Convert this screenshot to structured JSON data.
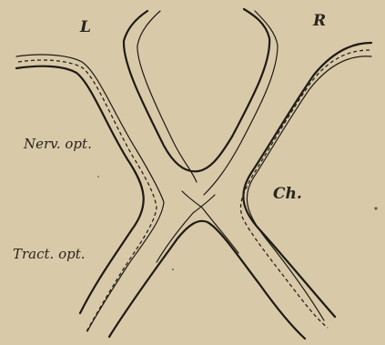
{
  "labels": {
    "left": "L",
    "right": "R",
    "nerve": "Nerv. opt.",
    "chiasm": "Ch.",
    "tract": "Tract. opt."
  },
  "colors": {
    "paper": "#d8c9a8",
    "ink": "#1e1a14"
  }
}
